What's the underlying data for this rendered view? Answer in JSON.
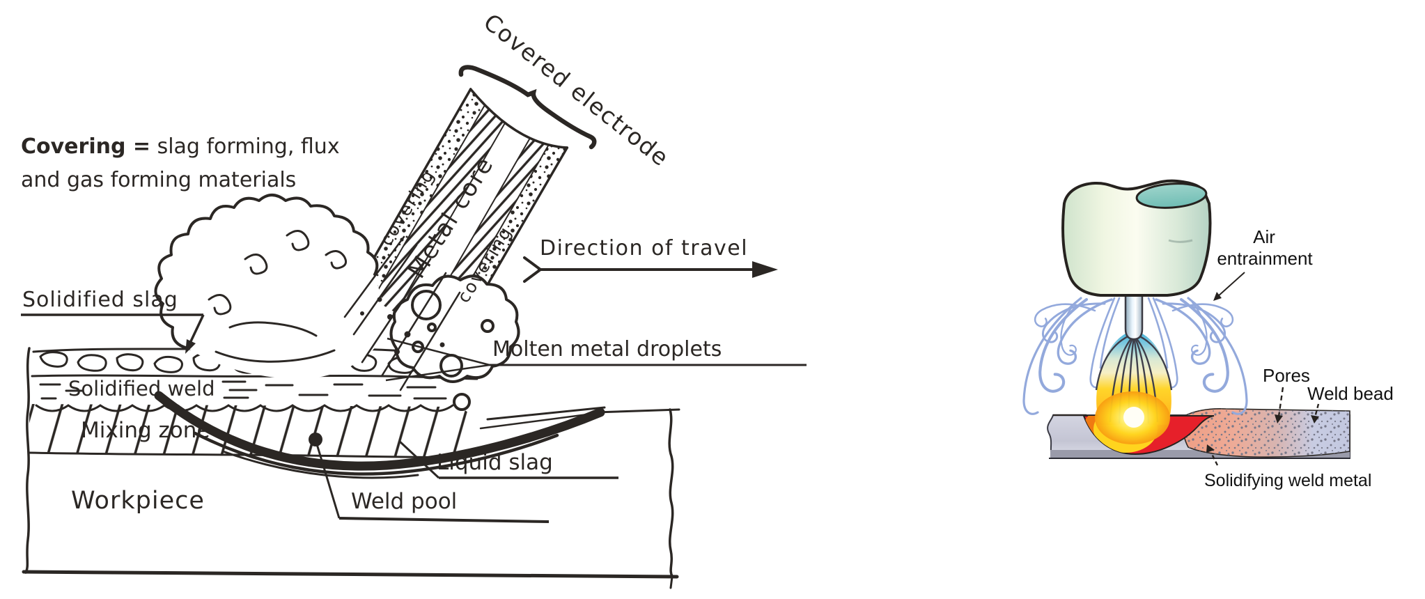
{
  "left_diagram": {
    "note": {
      "bold": "Covering =",
      "rest": " slag forming, flux",
      "line2": "and gas forming materials"
    },
    "electrode": {
      "brace_label": "Covered electrode",
      "covering_left": "covering",
      "metal_core": "Metal core",
      "covering_right": "covering"
    },
    "labels": {
      "direction_of_travel": "Direction of travel",
      "solidified_slag": "Solidified slag",
      "solidified_weld": "Solidified weld",
      "mixing_zone": "Mixing zone",
      "workpiece": "Workpiece",
      "molten_metal_droplets": "Molten metal droplets",
      "liquid_slag": "Liquid slag",
      "weld_pool": "Weld pool"
    }
  },
  "right_diagram": {
    "labels": {
      "air_line1": "Air",
      "air_line2": "entrainment",
      "pores": "Pores",
      "weld_bead": "Weld bead",
      "solidifying_weld_metal": "Solidifying weld metal"
    }
  },
  "colors": {
    "ink": "#2b2724",
    "background": "#ffffff",
    "swirl_blue": "#93a9dc",
    "cup_green": "#e8f2dc",
    "cup_opening_teal": "#82c7bf",
    "flame_blue": "#3fb0d8",
    "flame_yellow": "#ffd52a",
    "flame_orange": "#f89d12",
    "molten_red": "#e6202a",
    "hot_white": "#fffdf0",
    "plate_gray": "#c9cad9",
    "bead_pink": "#ef9f85",
    "bead_lavender": "#c3c8e0"
  }
}
